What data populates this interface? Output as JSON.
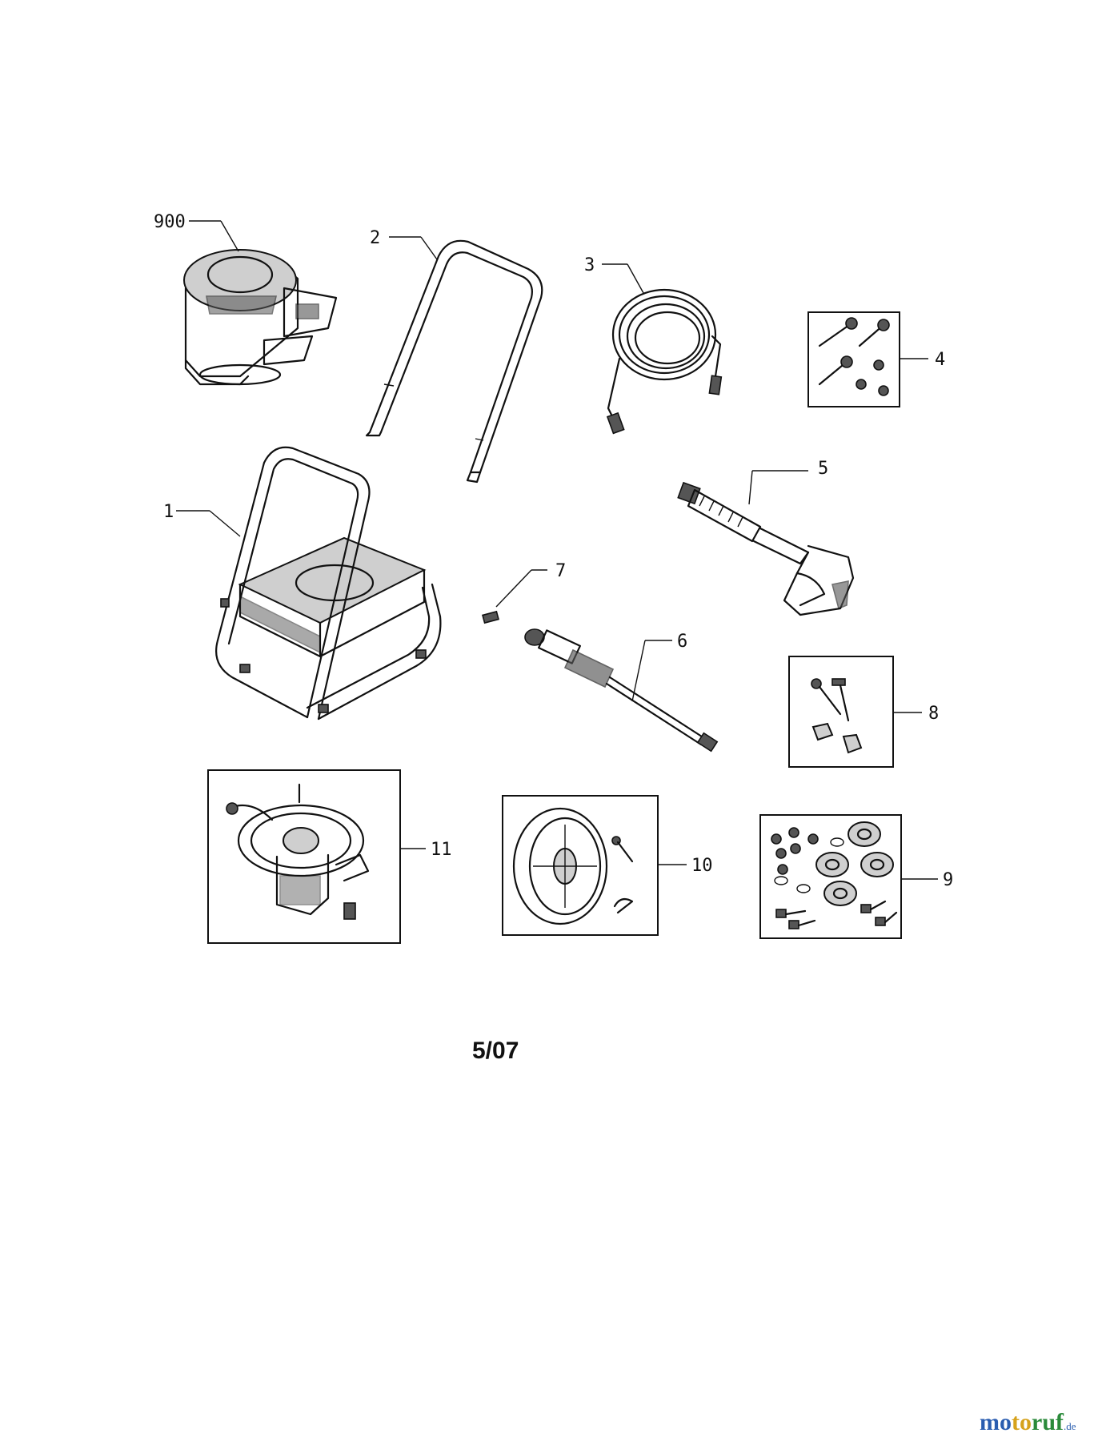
{
  "callouts": {
    "engine": "900",
    "frame": "1",
    "handle": "2",
    "hose": "3",
    "handle_hardware": "4",
    "gun": "5",
    "wand": "6",
    "nozzle": "7",
    "handle_bolts": "8",
    "foot_hardware": "9",
    "wheel_kit": "10",
    "pump": "11"
  },
  "footer": {
    "date": "5/07"
  },
  "watermark": {
    "part1": "mo",
    "part2": "to",
    "part3": "ruf",
    "suffix": ".de"
  }
}
